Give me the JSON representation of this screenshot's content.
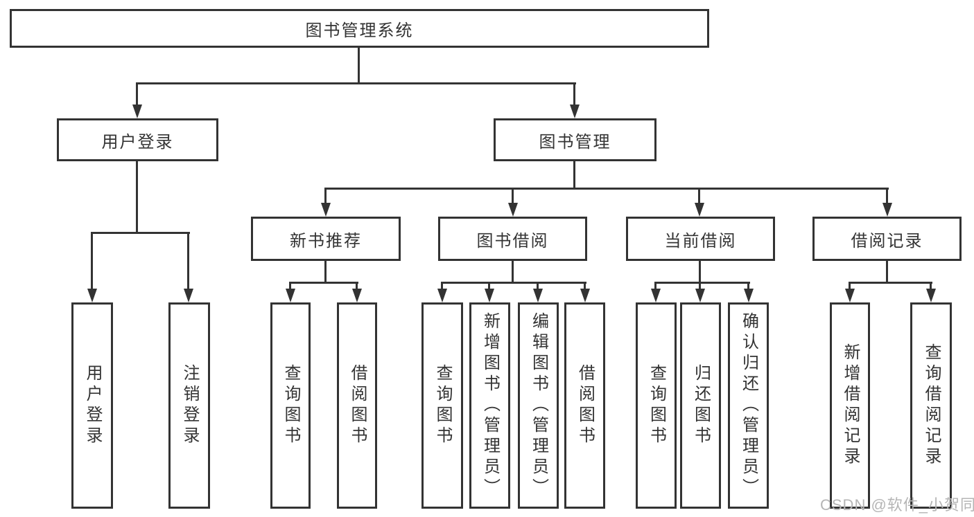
{
  "diagram": {
    "title": "图书管理系统",
    "colors": {
      "line": "#333333",
      "text": "#333333",
      "background": "#ffffff",
      "watermark": "#b5b5b5"
    },
    "nodes": {
      "root": {
        "label": "图书管理系统"
      },
      "level2": [
        {
          "label": "用户登录"
        },
        {
          "label": "图书管理"
        }
      ],
      "level3": [
        {
          "label": "新书推荐"
        },
        {
          "label": "图书借阅"
        },
        {
          "label": "当前借阅"
        },
        {
          "label": "借阅记录"
        }
      ],
      "leaves": {
        "user_login": [
          "用户登录",
          "注销登录"
        ],
        "new_book": [
          "查询图书",
          "借阅图书"
        ],
        "book_borrow": [
          "查询图书",
          "新增图书（管理员）",
          "编辑图书（管理员）",
          "借阅图书"
        ],
        "current_borrow": [
          "查询图书",
          "归还图书",
          "确认归还（管理员）"
        ],
        "borrow_record": [
          "新增借阅记录",
          "查询借阅记录"
        ]
      }
    },
    "watermark": "CSDN @软件_小贺同学"
  }
}
